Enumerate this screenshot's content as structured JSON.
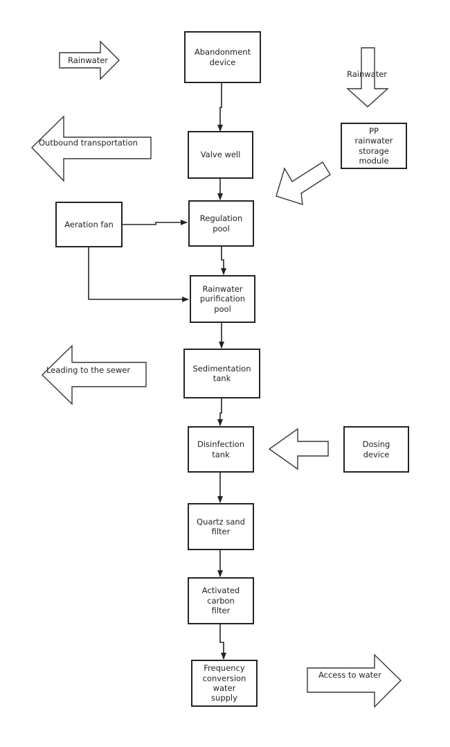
{
  "diagram": {
    "boxes": {
      "abandonment_device": "Abandonment\ndevice",
      "valve_well": "Valve well",
      "pp_module": "PP\nrainwater\nstorage\nmodule",
      "aeration_fan": "Aeration fan",
      "regulation_pool": "Regulation\npool",
      "rainwater_purification_pool": "Rainwater\npurification\npool",
      "sedimentation_tank": "Sedimentation\ntank",
      "disinfection_tank": "Disinfection\ntank",
      "dosing_device": "Dosing\ndevice",
      "quartz_sand_filter": "Quartz sand\nfilter",
      "activated_carbon_filter": "Activated\ncarbon\nfilter",
      "frequency_conversion_water_supply": "Frequency\nconversion\nwater\nsupply"
    },
    "arrow_labels": {
      "rainwater_right": "Rainwater",
      "rainwater_down": "Rainwater",
      "outbound_transportation": "Outbound transportation",
      "leading_to_sewer": "Leading to the sewer",
      "access_to_water": "Access to water"
    }
  }
}
